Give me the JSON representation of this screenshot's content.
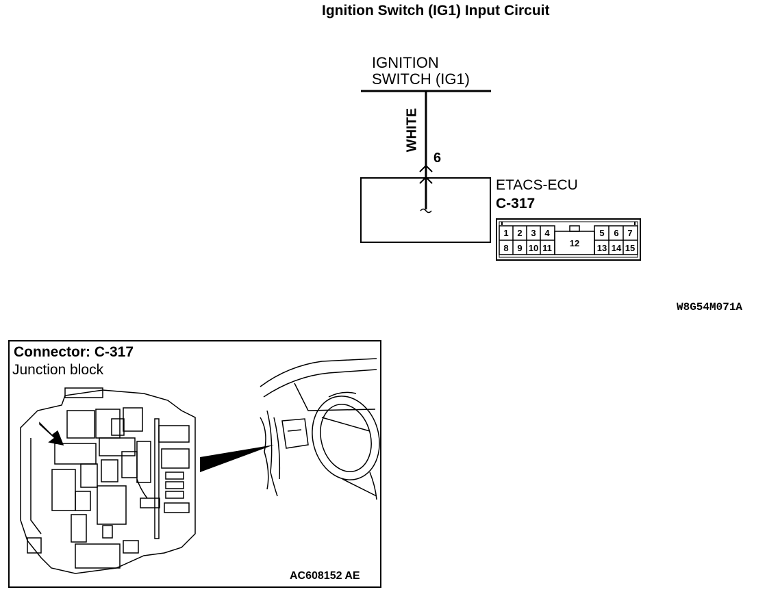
{
  "title": "Ignition Switch (IG1) Input Circuit",
  "switch": {
    "line1": "IGNITION",
    "line2": "SWITCH (IG1)"
  },
  "wire": {
    "color": "WHITE",
    "pin": "6"
  },
  "ecu": {
    "name": "ETACS-ECU",
    "connector": "C-317"
  },
  "connector_pins": {
    "top": [
      "1",
      "2",
      "3",
      "4",
      "5",
      "6",
      "7"
    ],
    "bottom": [
      "8",
      "9",
      "10",
      "11",
      "12",
      "13",
      "14",
      "15"
    ]
  },
  "figure_code_top": "W8G54M071A",
  "panel": {
    "title": "Connector: C-317",
    "subtitle": "Junction block",
    "code": "AC608152 AE"
  }
}
